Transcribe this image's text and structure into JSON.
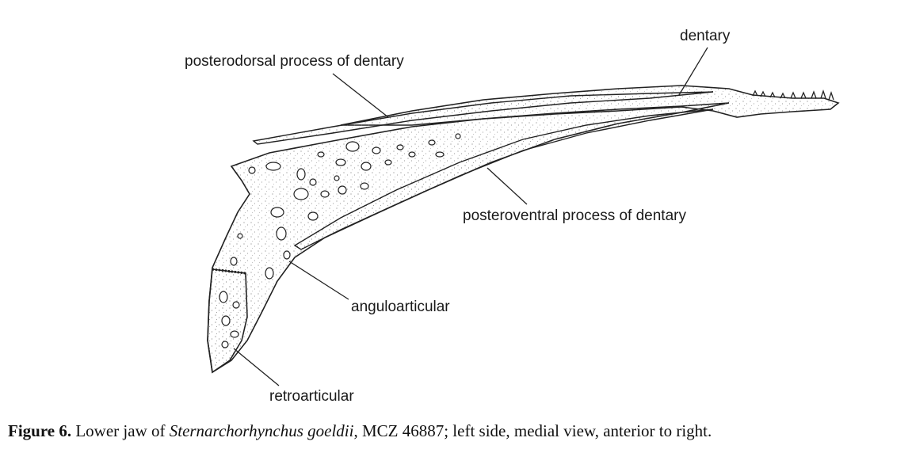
{
  "labels": {
    "dentary": "dentary",
    "posterodorsal": "posterodorsal process of dentary",
    "posteroventral": "posteroventral process of dentary",
    "anguloarticular": "anguloarticular",
    "retroarticular": "retroarticular"
  },
  "caption": {
    "figure_number": "Figure 6.",
    "text_before": " Lower jaw of ",
    "species": "Sternarchorhynchus goeldii",
    "text_after": ", MCZ 46887; left side, medial view, anterior to right."
  },
  "colors": {
    "ink": "#222222",
    "background": "#ffffff"
  }
}
